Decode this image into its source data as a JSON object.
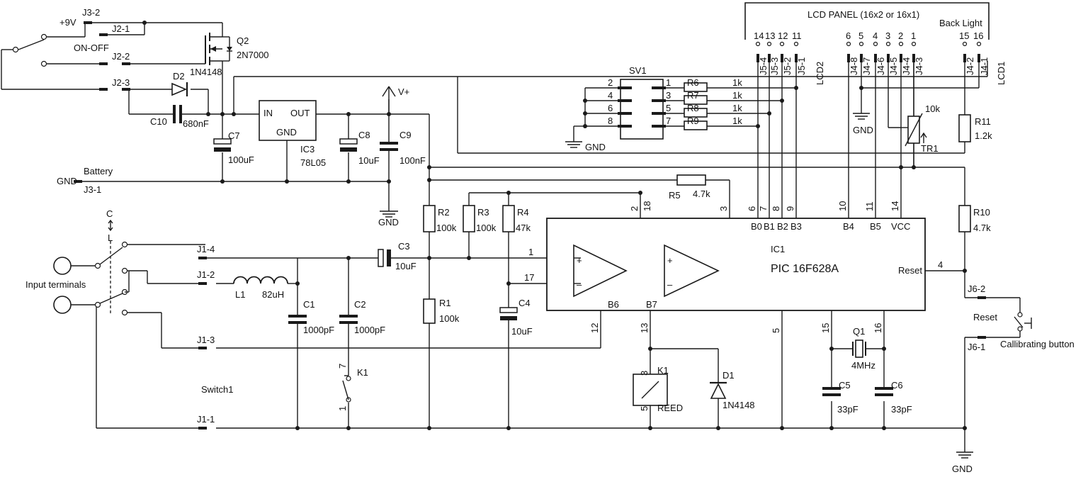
{
  "supply": {
    "plus9v": "+9V",
    "j3_2": "J3-2",
    "j2_1": "J2-1",
    "on_off": "ON-OFF",
    "j2_2": "J2-2",
    "j2_3": "J2-3",
    "gnd": "GND",
    "battery": "Battery",
    "j3_1": "J3-1",
    "vplus": "V+"
  },
  "components": {
    "q2": "Q2",
    "q2_part": "2N7000",
    "d2": "D2",
    "d2_part": "1N4148",
    "c10": "C10",
    "c10_val": "680nF",
    "c7": "C7",
    "c7_val": "100uF",
    "ic3_in": "IN",
    "ic3_out": "OUT",
    "ic3_gnd": "GND",
    "ic3": "IC3",
    "ic3_part": "78L05",
    "c8": "C8",
    "c8_val": "10uF",
    "c9": "C9",
    "c9_val": "100nF",
    "r2": "R2",
    "r2_val": "100k",
    "r3": "R3",
    "r3_val": "100k",
    "r4": "R4",
    "r4_val": "47k",
    "r5": "R5",
    "r5_val": "4.7k",
    "r1": "R1",
    "r1_val": "100k",
    "c3": "C3",
    "c3_val": "10uF",
    "c4": "C4",
    "c4_val": "10uF",
    "l1": "L1",
    "l1_val": "82uH",
    "c1": "C1",
    "c1_val": "1000pF",
    "c2": "C2",
    "c2_val": "1000pF",
    "k1": "K1",
    "k1_reed": "REED",
    "d1": "D1",
    "d1_part": "1N4148",
    "q1": "Q1",
    "q1_val": "4MHz",
    "c5": "C5",
    "c5_val": "33pF",
    "c6": "C6",
    "c6_val": "33pF",
    "r10": "R10",
    "r10_val": "4.7k",
    "r11": "R11",
    "r11_val": "1.2k",
    "tr1": "TR1",
    "tr1_val": "10k",
    "r6": "R6",
    "r7": "R7",
    "r8": "R8",
    "r9": "R9",
    "r_sv_val": "1k"
  },
  "input": {
    "label": "Input terminals",
    "c": "C",
    "l": "L",
    "switch1": "Switch1",
    "j1_4": "J1-4",
    "j1_2": "J1-2",
    "j1_3": "J1-3",
    "j1_1": "J1-1"
  },
  "ic1": {
    "name": "IC1",
    "part": "PIC 16F628A",
    "b0": "B0",
    "b1": "B1",
    "b2": "B2",
    "b3": "B3",
    "b4": "B4",
    "b5": "B5",
    "vcc": "VCC",
    "reset": "Reset",
    "b6": "B6",
    "b7": "B7"
  },
  "pin_numbers": {
    "p1": "1",
    "p2": "2",
    "p3": "3",
    "p4": "4",
    "p5": "5",
    "p6": "6",
    "p7": "7",
    "p8": "8",
    "p9": "9",
    "p10": "10",
    "p11": "11",
    "p12": "12",
    "p13": "13",
    "p14": "14",
    "p15": "15",
    "p16": "16",
    "p17": "17",
    "p18": "18"
  },
  "lcd": {
    "title": "LCD PANEL (16x2 or 16x1)",
    "backlight": "Back Light",
    "pins": [
      "14",
      "13",
      "12",
      "11",
      "6",
      "5",
      "4",
      "3",
      "2",
      "1",
      "15",
      "16"
    ],
    "lcd1": "LCD1",
    "lcd2": "LCD2",
    "j5": [
      "J5-4",
      "J5-3",
      "J5-2",
      "J5-1"
    ],
    "j4": [
      "J4-8",
      "J4-7",
      "J4-6",
      "J4-5",
      "J4-4",
      "J4-3",
      "J4-2",
      "J4-1"
    ]
  },
  "sv1": {
    "name": "SV1",
    "left_pins": [
      "2",
      "4",
      "6",
      "8"
    ],
    "right_pins": [
      "1",
      "3",
      "5",
      "7"
    ]
  },
  "reset_section": {
    "j6_2": "J6-2",
    "reset": "Reset",
    "j6_1": "J6-1",
    "calibrating": "Callibrating button",
    "gnd": "GND"
  },
  "k1_switch": {
    "p7": "7",
    "p1": "1"
  },
  "relay_pins": {
    "p3": "3",
    "p5": "5"
  }
}
